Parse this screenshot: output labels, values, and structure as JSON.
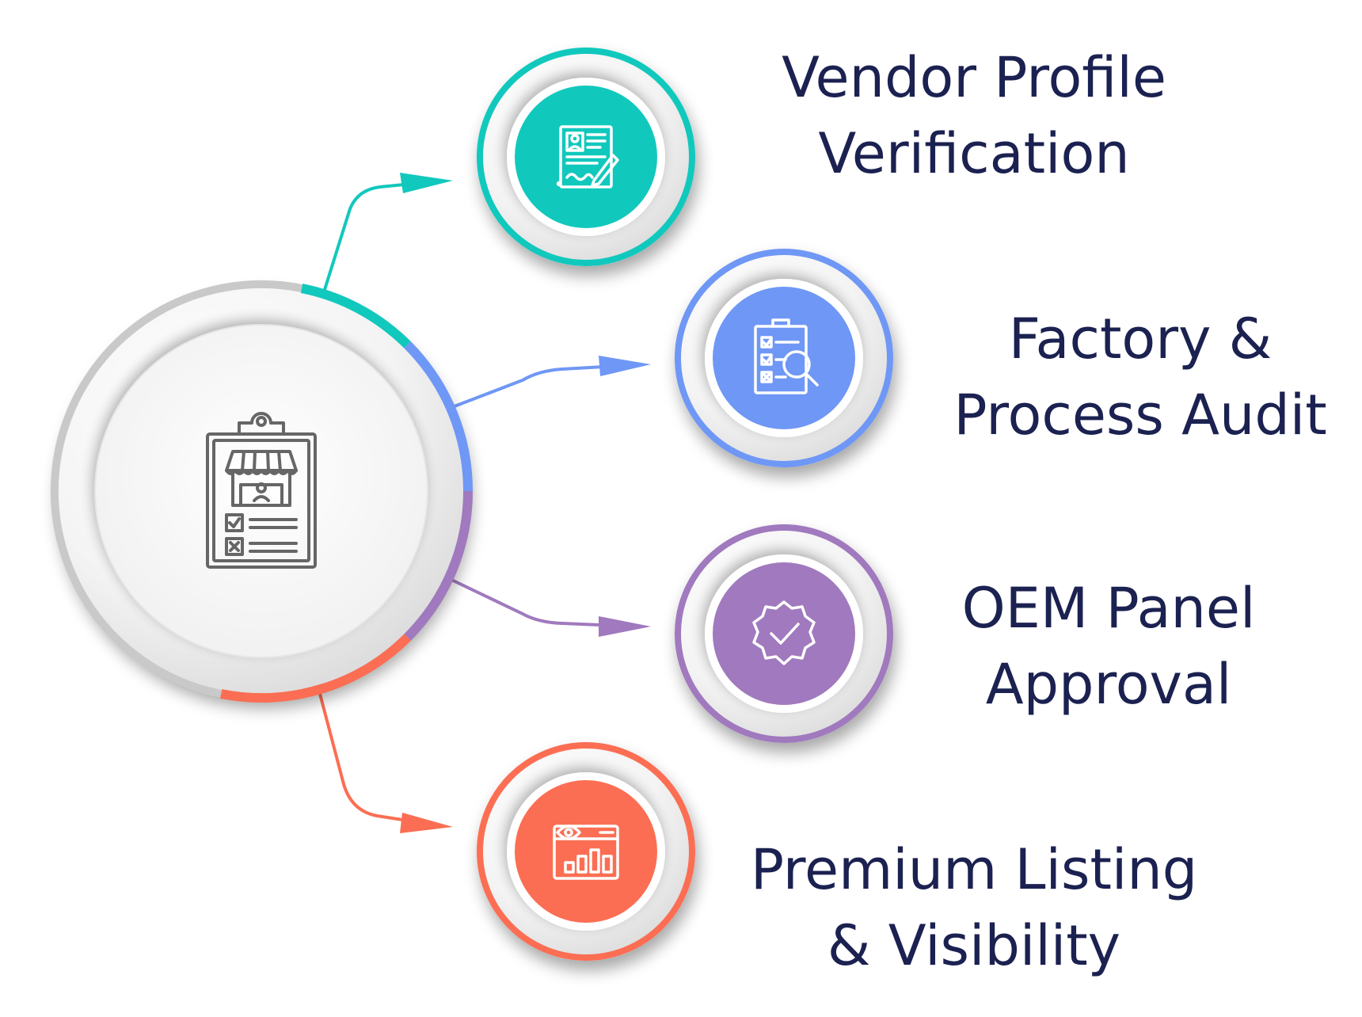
{
  "items": [
    {
      "id": "vendor-profile",
      "icon": "profile-document-signature-icon",
      "color": "#11c8bd",
      "line1": "Vendor Profile",
      "line2": "Verification"
    },
    {
      "id": "factory-audit",
      "icon": "checklist-magnifier-icon",
      "color": "#6f97f5",
      "line1": "Factory &",
      "line2": "Process Audit"
    },
    {
      "id": "oem-panel",
      "icon": "badge-checkmark-icon",
      "color": "#a079be",
      "line1": "OEM Panel",
      "line2": "Approval"
    },
    {
      "id": "premium-listing",
      "icon": "eye-analytics-window-icon",
      "color": "#fb6e53",
      "line1": "Premium Listing",
      "line2": "& Visibility"
    }
  ],
  "hub": {
    "icon": "clipboard-storefront-icon",
    "icon_color": "#666666"
  }
}
